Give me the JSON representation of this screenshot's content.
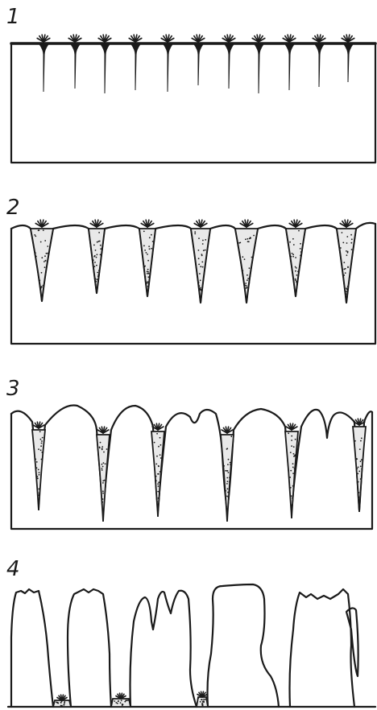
{
  "stages": [
    {
      "label": "1"
    },
    {
      "label": "2"
    },
    {
      "label": "3"
    },
    {
      "label": "4"
    }
  ],
  "colors": {
    "ink": "#1a1a1a",
    "background": "#ffffff"
  },
  "icons": [
    "plant-tuft-icon"
  ]
}
